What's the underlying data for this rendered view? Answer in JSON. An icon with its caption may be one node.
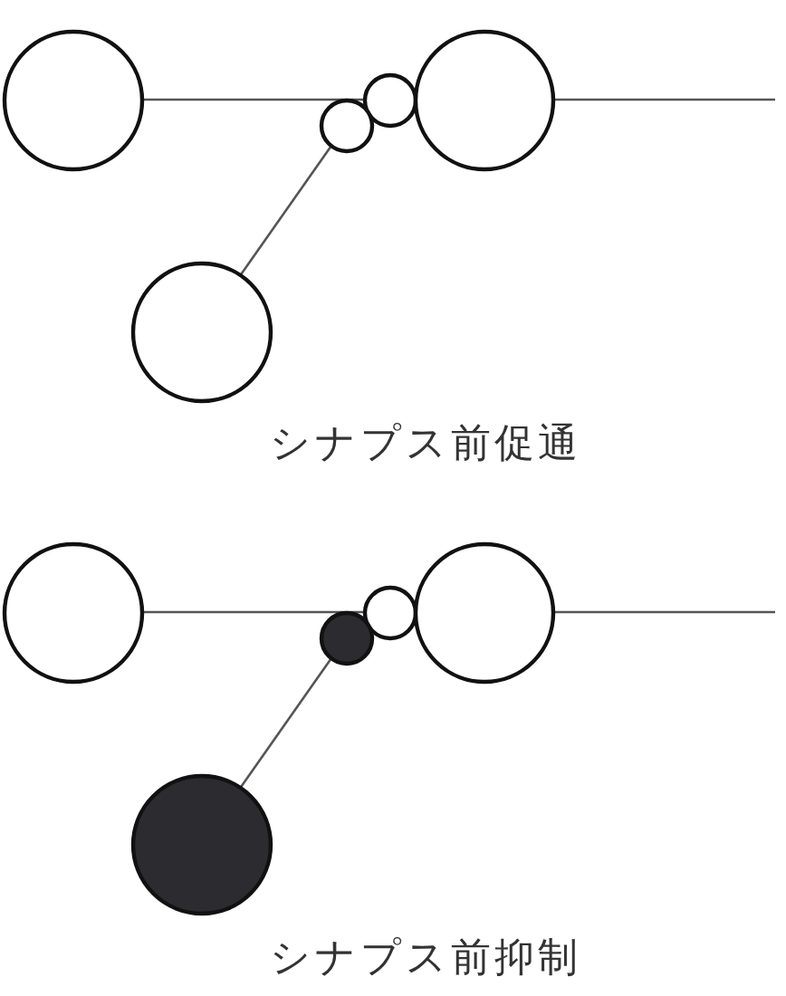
{
  "diagram": {
    "nodes": [
      {
        "text": [],
        "shape": "circle"
      },
      {
        "text": [],
        "shape": "circle"
      },
      {
        "text": [],
        "shape": "circle"
      },
      {
        "text": [],
        "shape": "circle"
      },
      {
        "text": [],
        "shape": "circle"
      },
      {
        "text": [],
        "shape": "circle"
      },
      {
        "text": [],
        "shape": "circle"
      },
      {
        "text": [],
        "shape": "circle"
      },
      {
        "text": [],
        "shape": "circle"
      },
      {
        "text": [],
        "shape": "circle"
      }
    ],
    "edges": [
      {
        "from": 0,
        "to": 1,
        "arrow": "none"
      },
      {
        "from": 4,
        "to": 2,
        "arrow": "none"
      },
      {
        "from": 3,
        "to": null,
        "arrow": "none"
      },
      {
        "from": 5,
        "to": 6,
        "arrow": "none"
      },
      {
        "from": 9,
        "to": 7,
        "arrow": "none"
      },
      {
        "from": 8,
        "to": null,
        "arrow": "none"
      }
    ],
    "labels": [
      "シナプス前促通",
      "シナプス前抑制"
    ]
  }
}
